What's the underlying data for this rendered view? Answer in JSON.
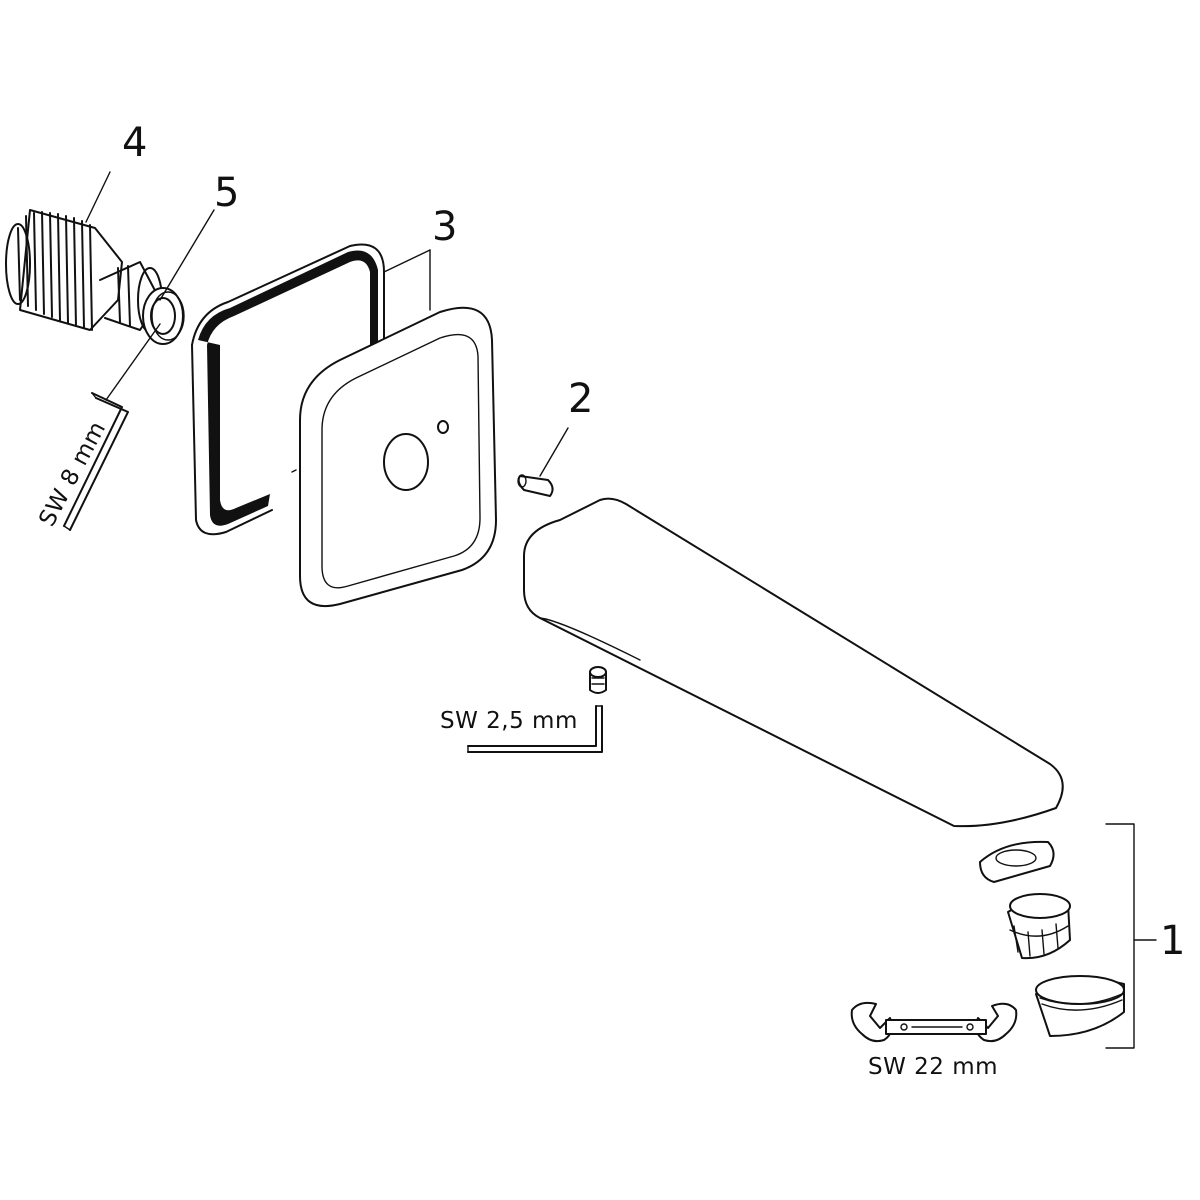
{
  "parts": {
    "p1": "1",
    "p2": "2",
    "p3": "3",
    "p4": "4",
    "p5": "5"
  },
  "tools": {
    "hex_key_large": "SW 8 mm",
    "hex_key_small": "SW 2,5 mm",
    "wrench": "SW 22 mm"
  },
  "colors": {
    "line": "#111111",
    "background": "#ffffff"
  }
}
